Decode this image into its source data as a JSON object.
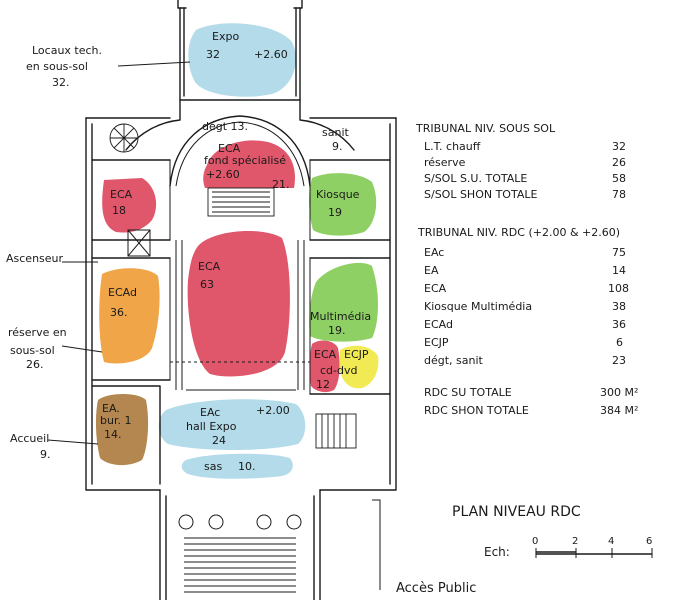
{
  "colors": {
    "blue": "#b3dbe9",
    "red": "#e0566b",
    "green": "#8fd065",
    "orange": "#f0a548",
    "yellow": "#f1ea55",
    "brown": "#b3874f",
    "ink": "#1a1a1a"
  },
  "zones": {
    "expo": {
      "name": "Expo",
      "area": "32",
      "level": "+2.60"
    },
    "ecaFond": {
      "line1": "ECA",
      "line2": "fond spécialisé",
      "level": "+2.60",
      "area": "21."
    },
    "eca18": {
      "name": "ECA",
      "area": "18"
    },
    "kiosque": {
      "name": "Kiosque",
      "area": "19"
    },
    "eca63": {
      "name": "ECA",
      "area": "63"
    },
    "ecad": {
      "name": "ECAd",
      "area": "36."
    },
    "multimedia": {
      "name": "Multimédia",
      "area": "19."
    },
    "eca12": {
      "name": "ECA",
      "area": "12"
    },
    "ecjp": {
      "name": "ECJP",
      "sub": "cd-dvd"
    },
    "eaBur": {
      "line1": "EA.",
      "line2": "bur. 1",
      "area": "14."
    },
    "hall": {
      "line1": "EAc",
      "level": "+2.00",
      "line2": "hall Expo",
      "area": "24"
    },
    "sas": {
      "name": "sas",
      "area": "10."
    }
  },
  "plan_labels": {
    "degt": "dégt 13.",
    "sanit": "sanit",
    "sanit_area": "9."
  },
  "side_labels": {
    "locaux_l1": "Locaux tech.",
    "locaux_l2": "en sous-sol",
    "locaux_area": "32.",
    "ascenseur": "Ascenseur",
    "reserve_l1": "réserve en",
    "reserve_l2": "sous-sol",
    "reserve_area": "26.",
    "accueil": "Accueil",
    "accueil_area": "9."
  },
  "table_sous_sol": {
    "title": "TRIBUNAL NIV. SOUS SOL",
    "rows": [
      {
        "label": "L.T. chauff",
        "value": "32"
      },
      {
        "label": "réserve",
        "value": "26"
      },
      {
        "label": "S/SOL S.U. TOTALE",
        "value": "58"
      },
      {
        "label": "S/SOL SHON TOTALE",
        "value": "78"
      }
    ]
  },
  "table_rdc": {
    "title": "TRIBUNAL NIV. RDC (+2.00 & +2.60)",
    "rows": [
      {
        "label": "EAc",
        "value": "75"
      },
      {
        "label": "EA",
        "value": "14"
      },
      {
        "label": "ECA",
        "value": "108"
      },
      {
        "label": "Kiosque Multimédia",
        "value": "38"
      },
      {
        "label": "ECAd",
        "value": "36"
      },
      {
        "label": "ECJP",
        "value": "6"
      },
      {
        "label": "dégt, sanit",
        "value": "23"
      }
    ],
    "totals": [
      {
        "label": "RDC SU TOTALE",
        "value": "300 M²"
      },
      {
        "label": "RDC SHON TOTALE",
        "value": "384 M²"
      }
    ]
  },
  "footer": {
    "title": "PLAN NIVEAU RDC",
    "scale_label": "Ech:",
    "scale_ticks": [
      "0",
      "2",
      "4",
      "6"
    ],
    "access": "Accès Public"
  }
}
